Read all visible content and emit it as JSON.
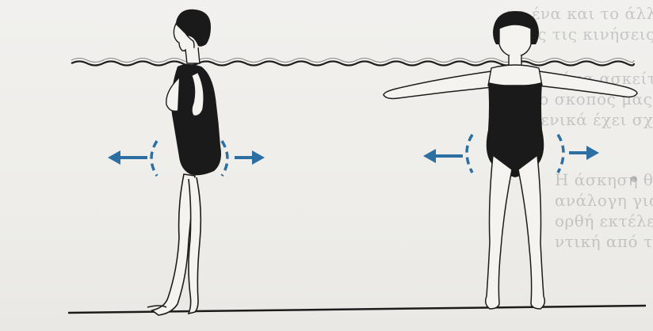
{
  "figure": {
    "left_view": {
      "label": ""
    },
    "front_view": {
      "label": ""
    }
  },
  "colors": {
    "arrow": "#2b6fa3",
    "ink": "#1c1c1c",
    "swimsuit": "#1a1a1a",
    "water_line": "#1f1f1f",
    "paper": "#efeeea"
  },
  "icons": [
    "arrow-left-icon",
    "arrow-right-icon"
  ],
  "show_through_text": [
    "το ένα και το άλλο ισχίο και κάτω, εκτελώ-",
    "ντας τις κινήσεις αυτές τρεις φορές ή όσο είναι",
    "Όποιο σώμα ασκείται μέσα στο νερό, είναι σχεδόν η",
    "ώστε ο σκοπός μας στο καλύτερο δυνατό στη",
    "ώρα γενικά έχει σχέση με τα οφέλη."
  ],
  "bullet_text": [
    "Η άσκηση θα πρέπει να εκτελείται με ταχύτητα",
    "ανάλογη για τον ασθενή. Στο στάδιο αυτό, η",
    "ορθή εκτέλεση της κίνησης είναι πιο σημα-",
    "ντική από την ταχύτητα άσκησης."
  ]
}
